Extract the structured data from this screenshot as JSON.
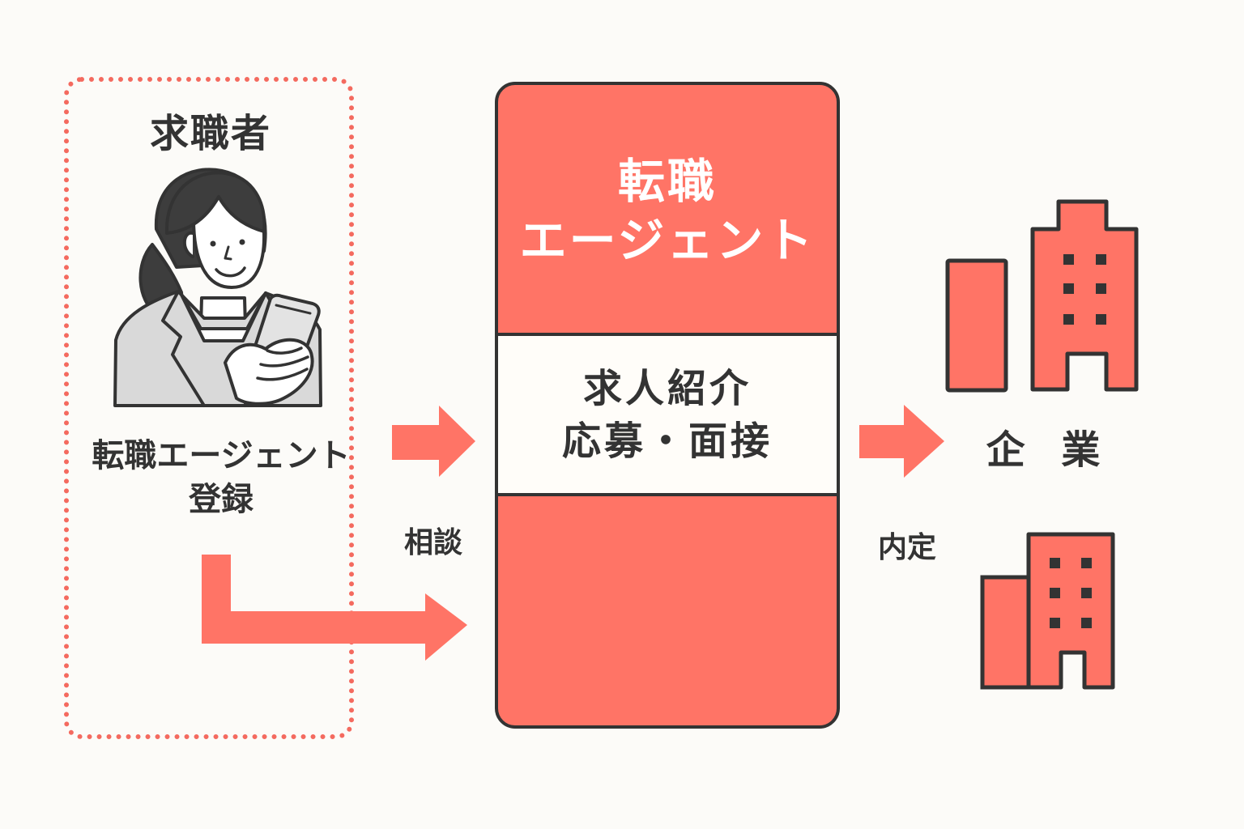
{
  "seeker": {
    "title": "求職者",
    "action": "転職エージェント\n登録"
  },
  "agent": {
    "title": "転職\nエージェント",
    "services": "求人紹介\n応募・面接"
  },
  "flow": {
    "consult_label": "相談",
    "offer_label": "内定"
  },
  "company": {
    "label": "企 業"
  },
  "colors": {
    "accent": "#ff7466",
    "dotted_border": "#f46a5f",
    "outline": "#333333",
    "band": "#fffdf9"
  },
  "icons": {
    "person": "woman-with-smartphone-icon",
    "arrow": "right-arrow-icon",
    "building": "office-building-icon"
  }
}
